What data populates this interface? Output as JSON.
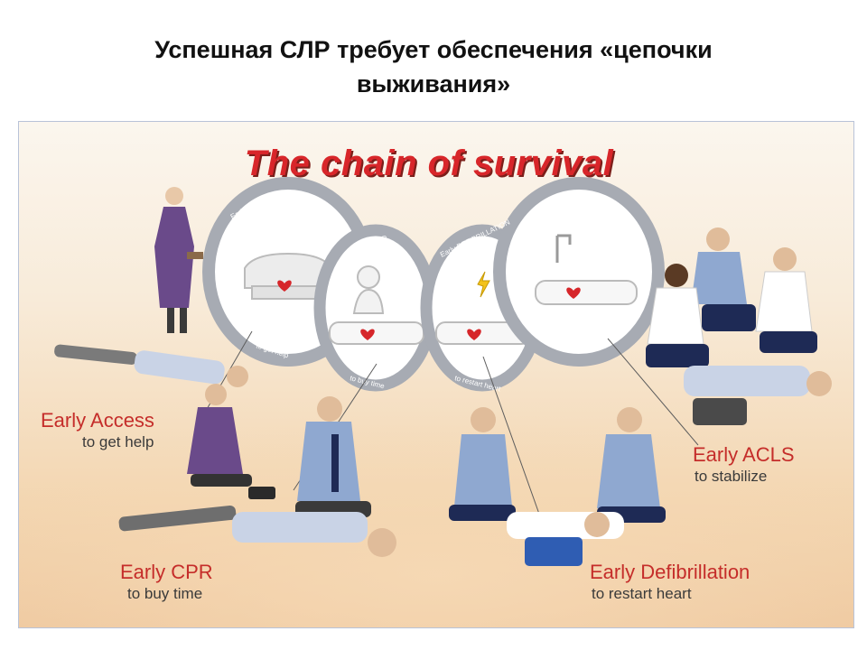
{
  "slide": {
    "title_line1": "Успешная СЛР требует обеспечения «цепочки",
    "title_line2": "выживания»"
  },
  "figure": {
    "title": "The chain of survival",
    "rings": [
      {
        "top": "Early ACCESS",
        "bottom": "to get help"
      },
      {
        "top": "Early CPR",
        "bottom": "to buy time"
      },
      {
        "top": "Early DEFIBRILLATION",
        "bottom": "to restart heart"
      },
      {
        "top": "Early ACLS",
        "bottom": "to stabilize"
      }
    ],
    "stages": [
      {
        "name": "Early Access",
        "sub": "to get help"
      },
      {
        "name": "Early CPR",
        "sub": "to buy time"
      },
      {
        "name": "Early ACLS",
        "sub": "to stabilize"
      },
      {
        "name": "Early Defibrillation",
        "sub": "to restart heart"
      }
    ]
  },
  "colors": {
    "accent_red": "#c52d2a",
    "ring_gray": "#a7abb3",
    "heart": "#d6262a"
  }
}
